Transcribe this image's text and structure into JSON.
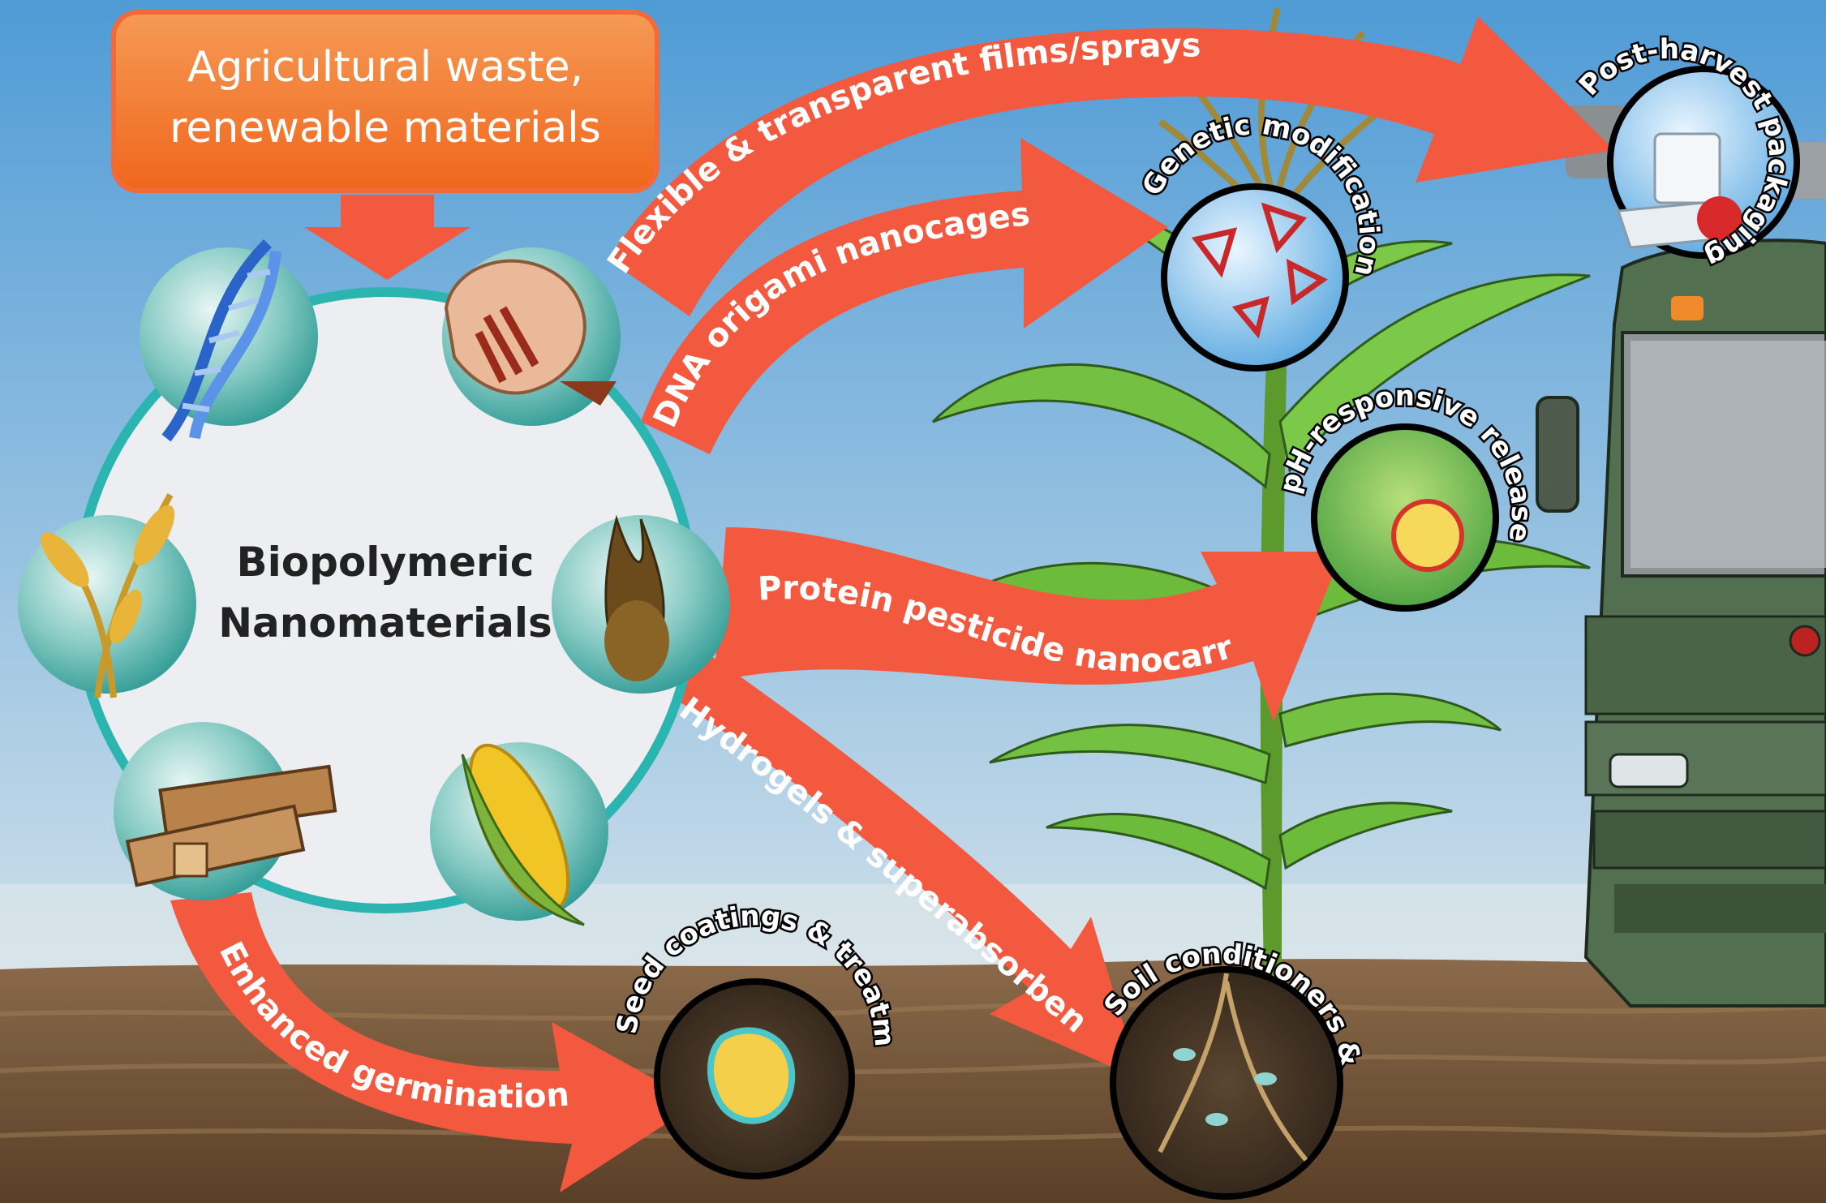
{
  "source_box": {
    "line1": "Agricultural waste,",
    "line2": "renewable materials"
  },
  "hub": {
    "line1": "Biopolymeric",
    "line2": "Nanomaterials"
  },
  "source_icons": [
    "dna-icon",
    "shrimp-icon",
    "wheat-icon",
    "seaweed-icon",
    "wood-icon",
    "corn-icon"
  ],
  "arrows": {
    "films": "Flexible & transparent films/sprays",
    "dna": "DNA origami nanocages",
    "protein": "Protein pesticide nanocarriers",
    "hydrogels": "Hydrogels & superabsorbents",
    "germination": "Enhanced germination"
  },
  "applications": {
    "packaging": "Post-harvest packaging",
    "genetic": "Genetic modification",
    "ph": "pH-responsive release",
    "soil": "Soil conditioners & treatments",
    "seed": "Seed coatings & treatments"
  },
  "colors": {
    "arrow": "#f2593f",
    "box": "#f47c20",
    "hub_fill": "#eceef1",
    "hub_ring": "#2cb5b0",
    "icon_circle": "#5cbab2",
    "sky_top": "#4f9bd6",
    "sky_bottom": "#c8dde9",
    "soil": "#7a5a3c",
    "leaf": "#6dbb3a",
    "truck": "#4f6c4f"
  }
}
